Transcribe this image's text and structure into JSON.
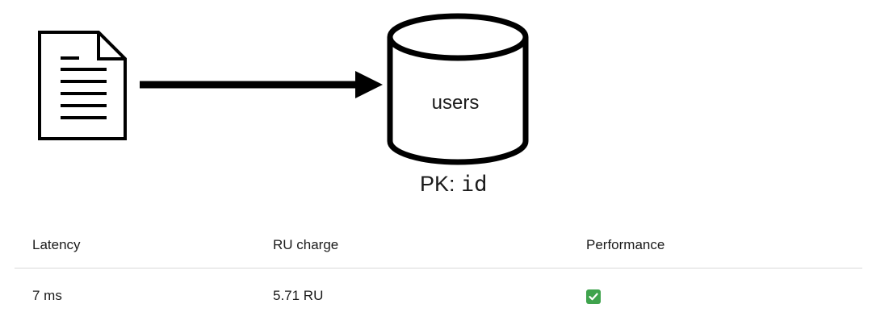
{
  "diagram": {
    "container_label": "users",
    "partition_key_label": "PK:",
    "partition_key_value": "id",
    "source_icon": "document-icon",
    "target_icon": "database-icon",
    "connector_icon": "arrow-right-icon"
  },
  "results_table": {
    "headers": [
      "Latency",
      "RU charge",
      "Performance"
    ],
    "rows": [
      {
        "latency": "7 ms",
        "ru_charge": "5.71 RU",
        "performance_icon": "check-mark-icon"
      }
    ]
  },
  "colors": {
    "check_badge": "#3fa34d",
    "divider": "#d9d9d9"
  }
}
